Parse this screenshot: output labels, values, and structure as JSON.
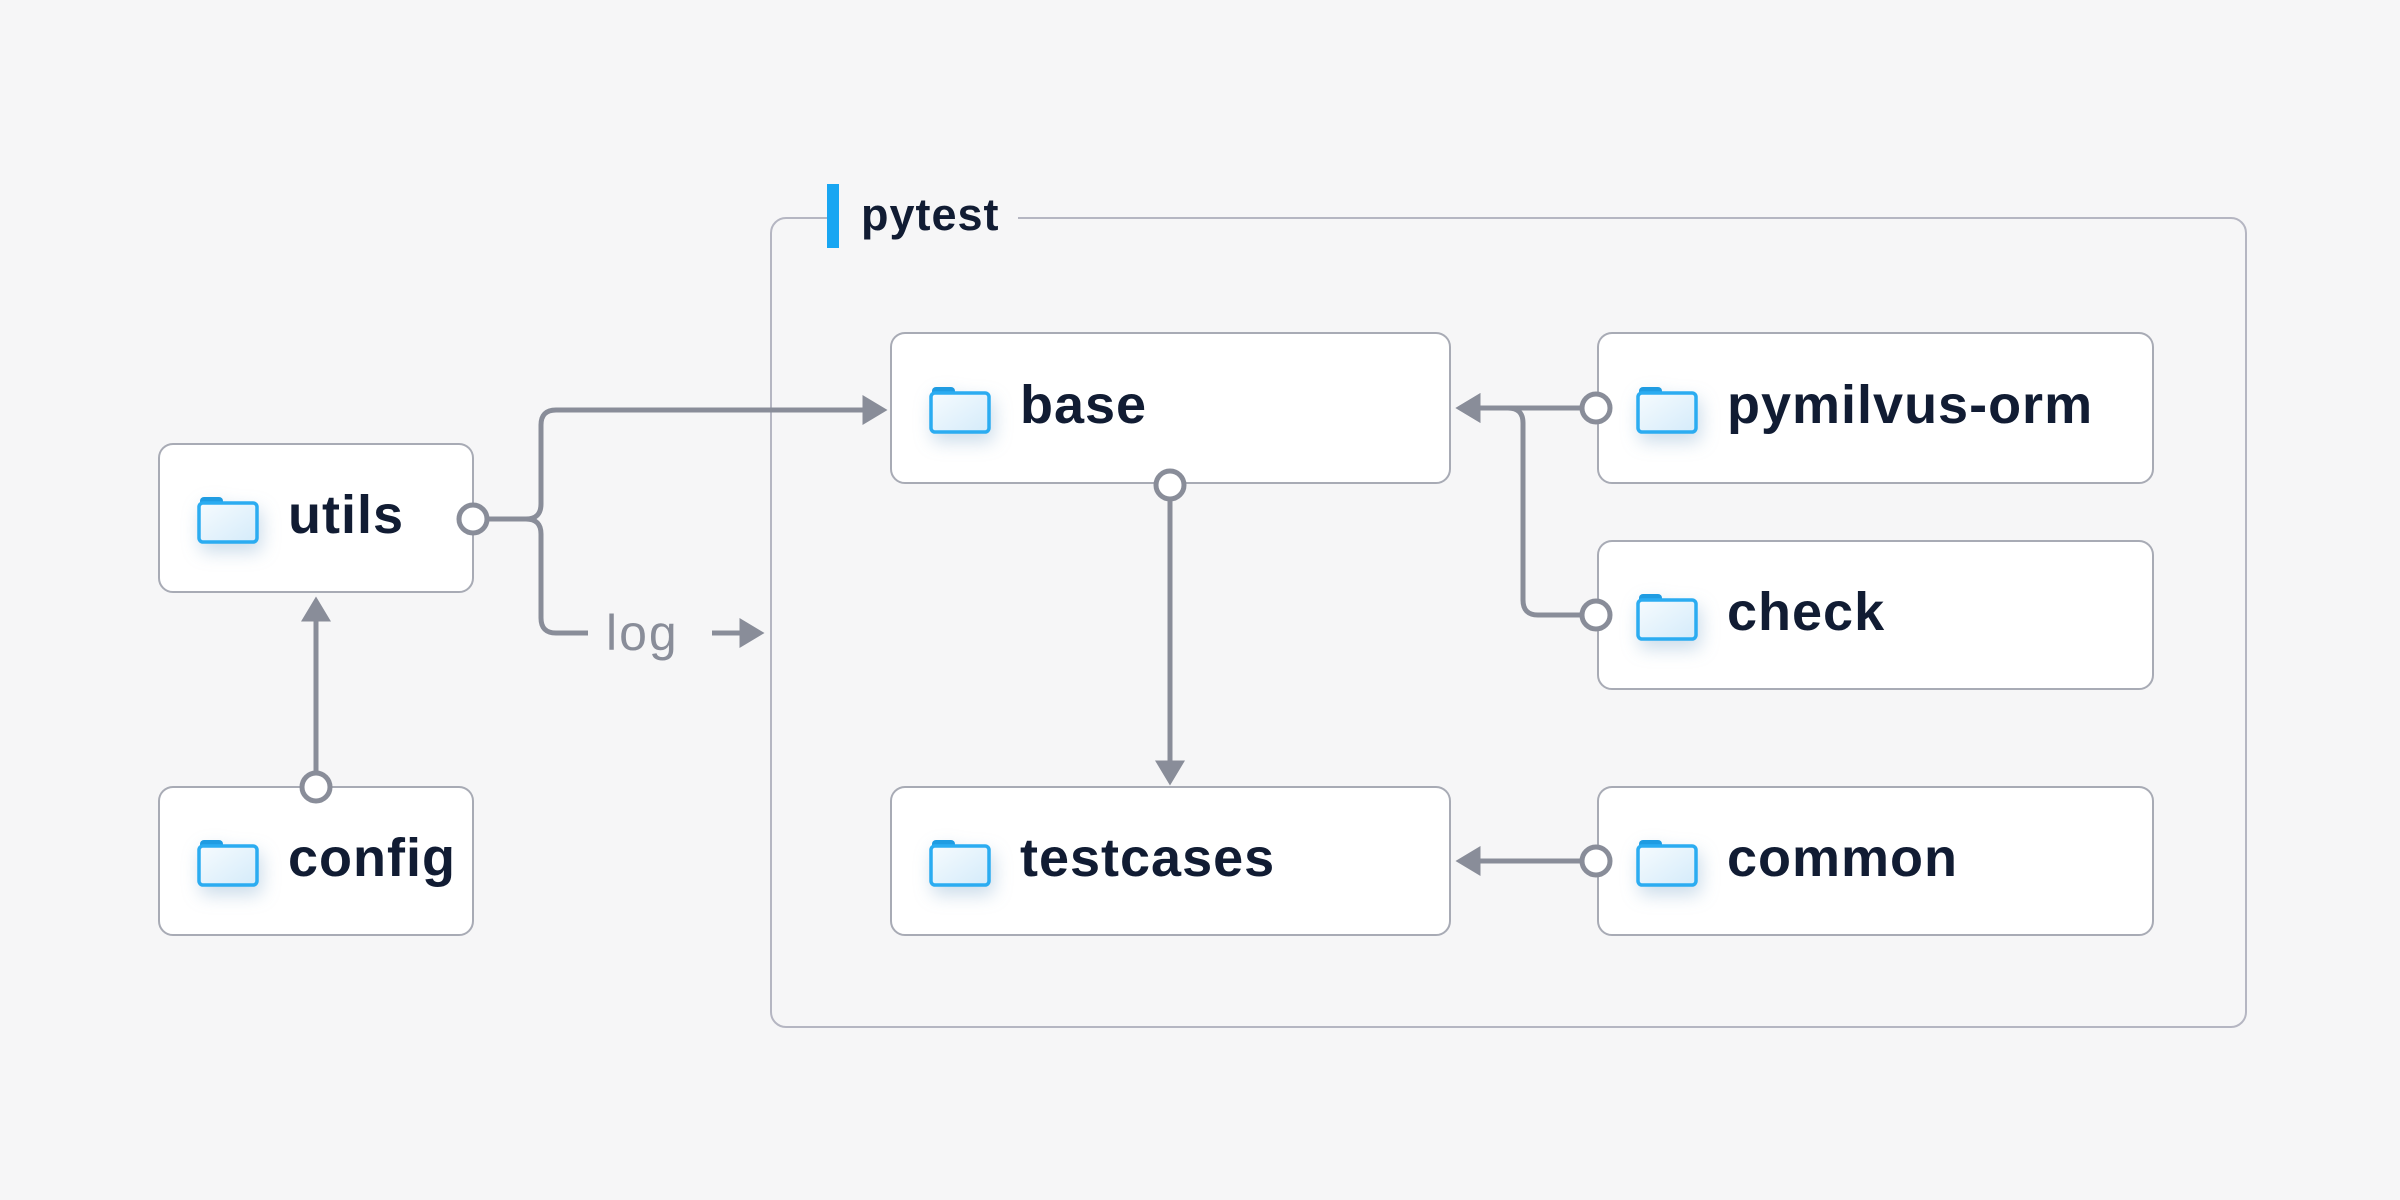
{
  "colors": {
    "bg": "#f6f6f7",
    "accent_blue": "#18a6f2",
    "text_navy": "#111c33",
    "line_gray": "#898d99",
    "box_border": "#a8abb5",
    "container_border": "#b5b6c2",
    "folder_blue": "#2bacf1",
    "folder_tab_blue": "#1f9ce2",
    "folder_fill": "#d9edfb"
  },
  "container": {
    "label": "pytest"
  },
  "nodes": [
    {
      "id": "utils",
      "label": "utils"
    },
    {
      "id": "config",
      "label": "config"
    },
    {
      "id": "base",
      "label": "base"
    },
    {
      "id": "pymilvus-orm",
      "label": "pymilvus-orm"
    },
    {
      "id": "check",
      "label": "check"
    },
    {
      "id": "testcases",
      "label": "testcases"
    },
    {
      "id": "common",
      "label": "common"
    }
  ],
  "edges": [
    {
      "from": "config",
      "to": "utils"
    },
    {
      "from": "utils",
      "to": "base"
    },
    {
      "from": "utils",
      "to": "pytest",
      "label": "log"
    },
    {
      "from": "pymilvus-orm",
      "to": "base"
    },
    {
      "from": "check",
      "to": "base"
    },
    {
      "from": "base",
      "to": "testcases"
    },
    {
      "from": "common",
      "to": "testcases"
    }
  ]
}
